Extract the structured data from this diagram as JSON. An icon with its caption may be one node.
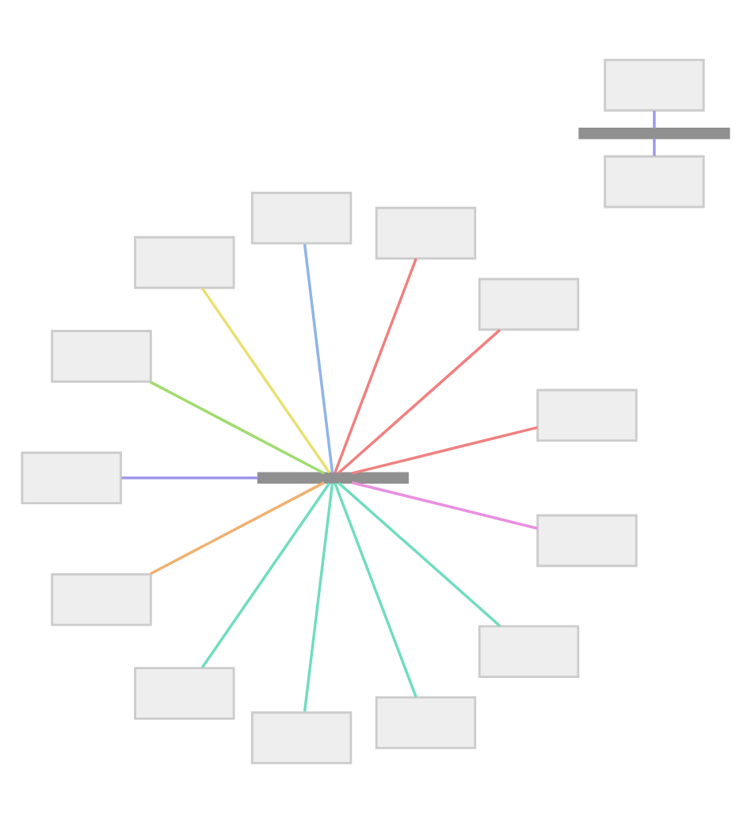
{
  "diagram": {
    "nodes": [
      {
        "text": [],
        "shape": "bar"
      },
      {
        "text": [],
        "shape": "box"
      },
      {
        "text": [],
        "shape": "box"
      },
      {
        "text": [],
        "shape": "box"
      },
      {
        "text": [],
        "shape": "box"
      },
      {
        "text": [],
        "shape": "box"
      },
      {
        "text": [],
        "shape": "box"
      },
      {
        "text": [],
        "shape": "box"
      },
      {
        "text": [],
        "shape": "box"
      },
      {
        "text": [],
        "shape": "box"
      },
      {
        "text": [],
        "shape": "box"
      },
      {
        "text": [],
        "shape": "box"
      },
      {
        "text": [],
        "shape": "box"
      },
      {
        "text": [],
        "shape": "box"
      },
      {
        "text": [],
        "shape": "bar"
      },
      {
        "text": [],
        "shape": "box"
      },
      {
        "text": [],
        "shape": "box"
      }
    ],
    "edges": [
      {
        "from": 0,
        "to": 1,
        "arrow": "none",
        "color": "#f08080"
      },
      {
        "from": 0,
        "to": 2,
        "arrow": "none",
        "color": "#f08080"
      },
      {
        "from": 0,
        "to": 3,
        "arrow": "none",
        "color": "#f08080"
      },
      {
        "from": 0,
        "to": 4,
        "arrow": "none",
        "color": "#8fb4e8"
      },
      {
        "from": 0,
        "to": 5,
        "arrow": "none",
        "color": "#e8e070"
      },
      {
        "from": 0,
        "to": 6,
        "arrow": "none",
        "color": "#a0dc70"
      },
      {
        "from": 0,
        "to": 7,
        "arrow": "none",
        "color": "#9f98e8"
      },
      {
        "from": 0,
        "to": 8,
        "arrow": "none",
        "color": "#f0b070"
      },
      {
        "from": 0,
        "to": 9,
        "arrow": "none",
        "color": "#70dcc0"
      },
      {
        "from": 0,
        "to": 10,
        "arrow": "none",
        "color": "#70dcc0"
      },
      {
        "from": 0,
        "to": 11,
        "arrow": "none",
        "color": "#70dcc0"
      },
      {
        "from": 0,
        "to": 12,
        "arrow": "none",
        "color": "#70dcc0"
      },
      {
        "from": 0,
        "to": 13,
        "arrow": "none",
        "color": "#e890e0"
      },
      {
        "from": 14,
        "to": 15,
        "arrow": "none",
        "color": "#9f98e8"
      },
      {
        "from": 14,
        "to": 16,
        "arrow": "none",
        "color": "#9f98e8"
      }
    ]
  }
}
